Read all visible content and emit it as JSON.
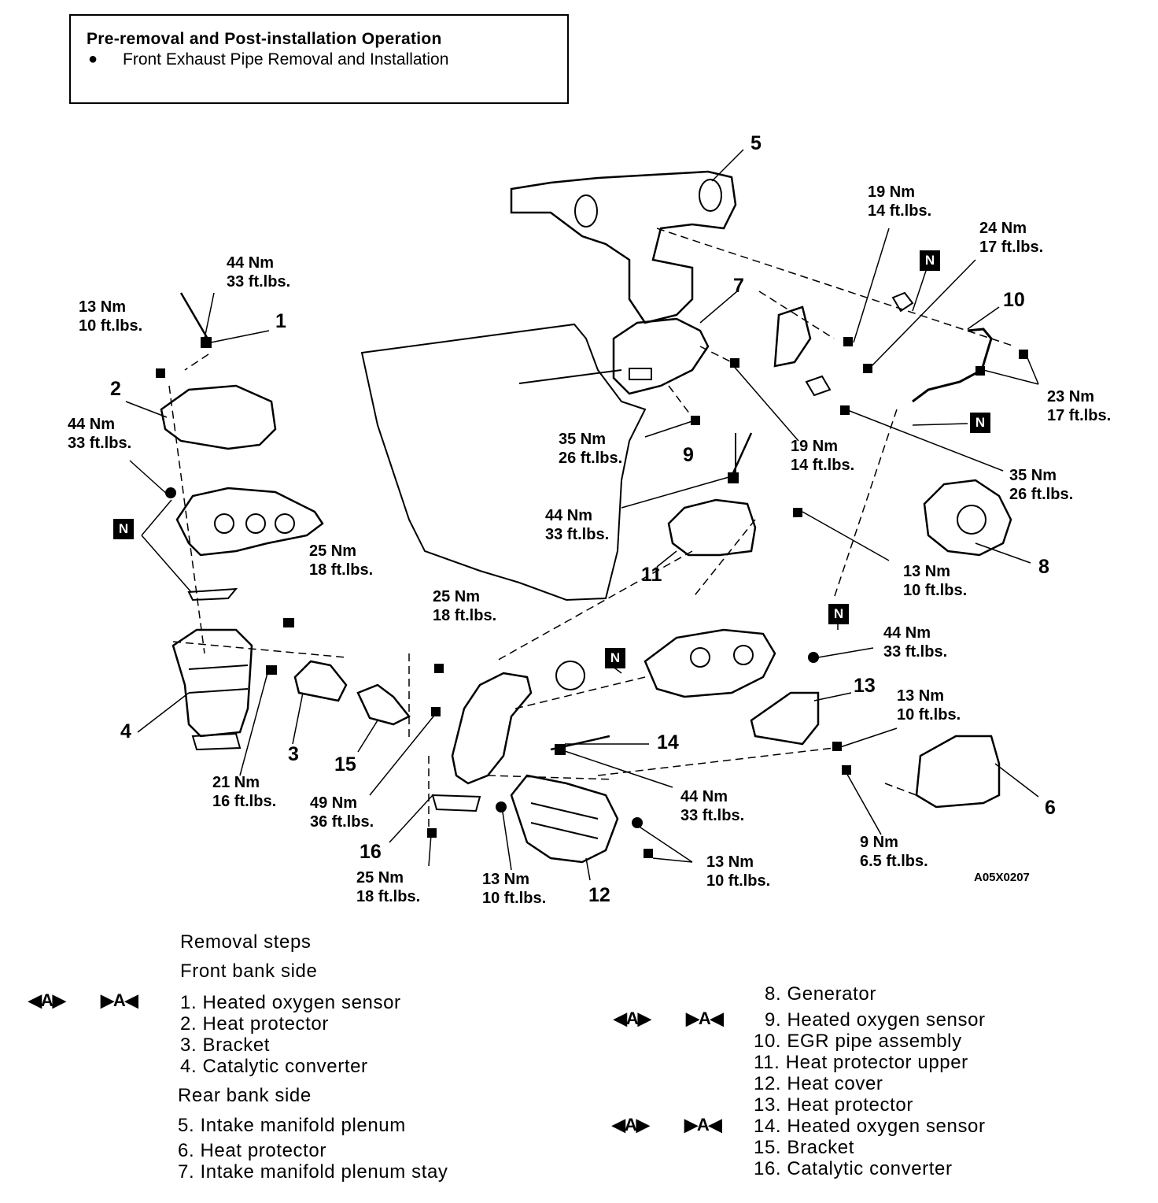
{
  "header": {
    "title": "Pre-removal and Post-installation Operation",
    "bullet": "●",
    "item": "Front Exhaust Pipe Removal and Installation"
  },
  "torques": {
    "t1": [
      "44 Nm",
      "33 ft.lbs."
    ],
    "t2": [
      "13 Nm",
      "10 ft.lbs."
    ],
    "t3": [
      "44 Nm",
      "33 ft.lbs."
    ],
    "t4": [
      "25 Nm",
      "18 ft.lbs."
    ],
    "t5": [
      "25 Nm",
      "18 ft.lbs."
    ],
    "t6": [
      "21 Nm",
      "16 ft.lbs."
    ],
    "t7": [
      "49 Nm",
      "36 ft.lbs."
    ],
    "t8": [
      "25 Nm",
      "18 ft.lbs."
    ],
    "t9": [
      "13 Nm",
      "10 ft.lbs."
    ],
    "t10": [
      "44 Nm",
      "33 ft.lbs."
    ],
    "t11": [
      "13 Nm",
      "10 ft.lbs."
    ],
    "t12": [
      "35 Nm",
      "26 ft.lbs."
    ],
    "t13": [
      "44 Nm",
      "33 ft.lbs."
    ],
    "t14": [
      "19 Nm",
      "14 ft.lbs."
    ],
    "t15": [
      "19 Nm",
      "14 ft.lbs."
    ],
    "t16": [
      "24 Nm",
      "17 ft.lbs."
    ],
    "t17": [
      "23 Nm",
      "17 ft.lbs."
    ],
    "t18": [
      "35 Nm",
      "26 ft.lbs."
    ],
    "t19": [
      "13 Nm",
      "10 ft.lbs."
    ],
    "t20": [
      "44 Nm",
      "33 ft.lbs."
    ],
    "t21": [
      "13 Nm",
      "10 ft.lbs."
    ],
    "t22": [
      "9 Nm",
      "6.5 ft.lbs."
    ]
  },
  "part_numbers": [
    "1",
    "2",
    "3",
    "4",
    "5",
    "6",
    "7",
    "8",
    "9",
    "10",
    "11",
    "12",
    "13",
    "14",
    "15",
    "16"
  ],
  "n_badge": "N",
  "figure_code": "A05X0207",
  "removal": {
    "heading": "Removal steps",
    "front_heading": "Front bank side",
    "rear_heading": "Rear bank side",
    "mark_a_left": "◀A▶",
    "mark_a_right": "▶A◀",
    "left_items": [
      "1. Heated oxygen sensor",
      "2. Heat protector",
      "3. Bracket",
      "4. Catalytic converter",
      "5. Intake manifold plenum",
      "6. Heat protector",
      "7. Intake manifold plenum stay"
    ],
    "right_items": [
      "8. Generator",
      "9. Heated oxygen sensor",
      "10. EGR pipe assembly",
      "11. Heat protector upper",
      "12. Heat cover",
      "13. Heat protector",
      "14. Heated oxygen sensor",
      "15. Bracket",
      "16. Catalytic converter"
    ]
  }
}
